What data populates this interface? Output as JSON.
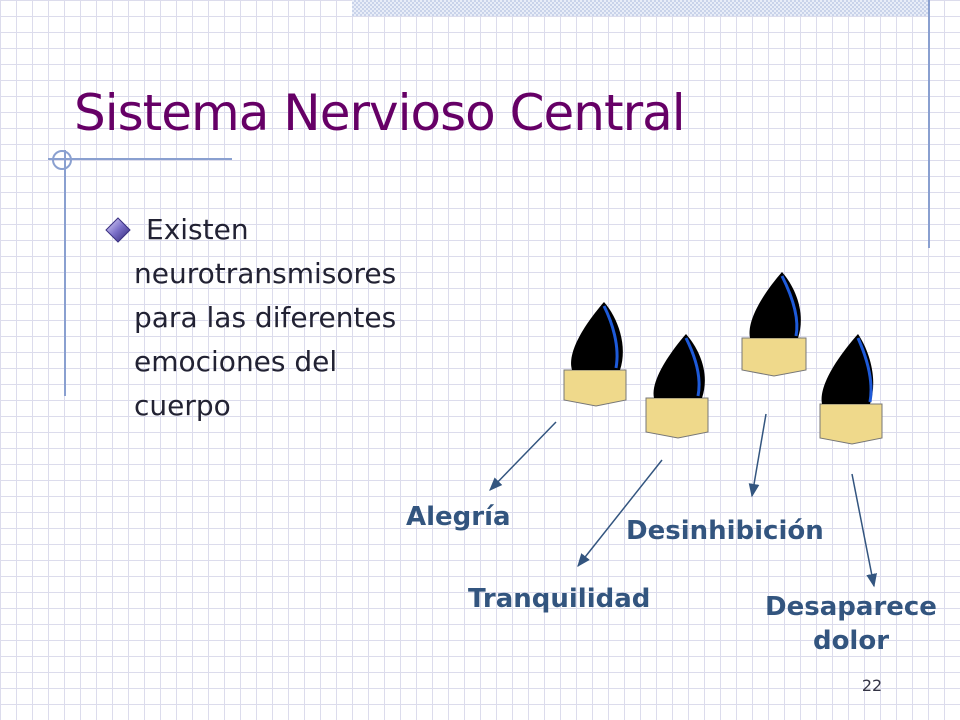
{
  "slide": {
    "title": "Sistema Nervioso Central",
    "bullet": {
      "line1": "Existen",
      "line2": "neurotransmisores",
      "line3": "para las diferentes",
      "line4": "emociones del",
      "line5": "cuerpo"
    },
    "labels": {
      "alegria": "Alegría",
      "tranquilidad": "Tranquilidad",
      "desinhibicion": "Desinhibición",
      "dolor_line1": "Desaparece",
      "dolor_line2": "dolor"
    },
    "page_number": "22"
  },
  "colors": {
    "title": "#660066",
    "label": "#33557f",
    "grid": "#dcdcec",
    "accent_line": "#8aa0d0",
    "droplet_fill": "#000000",
    "droplet_highlight": "#1e5ad8",
    "cap_fill": "#efd98b"
  },
  "icons": {
    "bullet": "diamond-bullet-icon",
    "figure": "ink-droplet-icon"
  }
}
